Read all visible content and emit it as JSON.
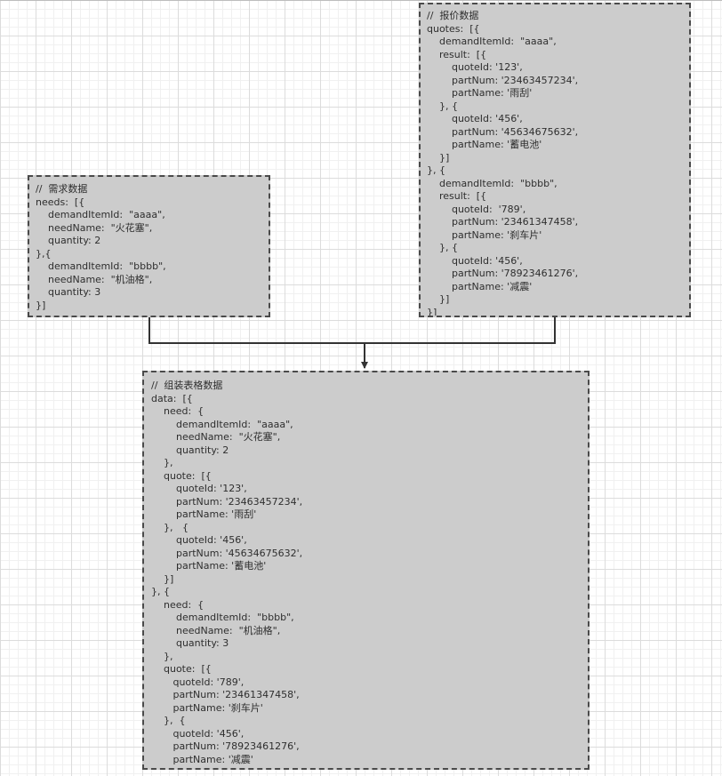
{
  "nodes": {
    "needs": {
      "text": "//  需求数据\nneeds:  [{\n    demandItemId:  \"aaaa\",\n    needName:  \"火花塞\",\n    quantity: 2\n},{\n    demandItemId:  \"bbbb\",\n    needName:  \"机油格\",\n    quantity: 3\n}]"
    },
    "quotes": {
      "text": "//  报价数据\nquotes:  [{\n    demandItemId:  \"aaaa\",\n    result:  [{\n        quoteId: '123',\n        partNum: '23463457234',\n        partName: '雨刮'\n    }, {\n        quoteId: '456',\n        partNum: '45634675632',\n        partName: '蓄电池'\n    }]\n}, {\n    demandItemId:  \"bbbb\",\n    result:  [{\n        quoteId:  '789',\n        partNum: '23461347458',\n        partName: '刹车片'\n    }, {\n        quoteId: '456',\n        partNum: '78923461276',\n        partName: '减震'\n    }]\n}]"
    },
    "table": {
      "text": "//  组装表格数据\ndata:  [{\n    need:  {\n        demandItemId:  \"aaaa\",\n        needName:  \"火花塞\",\n        quantity: 2\n    },\n    quote:  [{\n        quoteId: '123',\n        partNum: '23463457234',\n        partName: '雨刮'\n    },   {\n        quoteId: '456',\n        partNum: '45634675632',\n        partName: '蓄电池'\n    }]\n}, {\n    need:  {\n        demandItemId:  \"bbbb\",\n        needName:  \"机油格\",\n        quantity: 3\n    },\n    quote:  [{\n       quoteId: '789',\n       partNum: '23461347458',\n       partName: '刹车片'\n    },  {\n       quoteId: '456',\n       partNum: '78923461276',\n       partName: '减震'\n    }]\n}]"
    }
  },
  "edges": [
    {
      "from": "needs",
      "to": "table"
    },
    {
      "from": "quotes",
      "to": "table"
    }
  ],
  "colors": {
    "box_fill": "#cccccc",
    "box_border": "#4a4a4a",
    "connector": "#333333",
    "grid_major": "#dcdcdc",
    "grid_minor": "#f0f0f0"
  }
}
